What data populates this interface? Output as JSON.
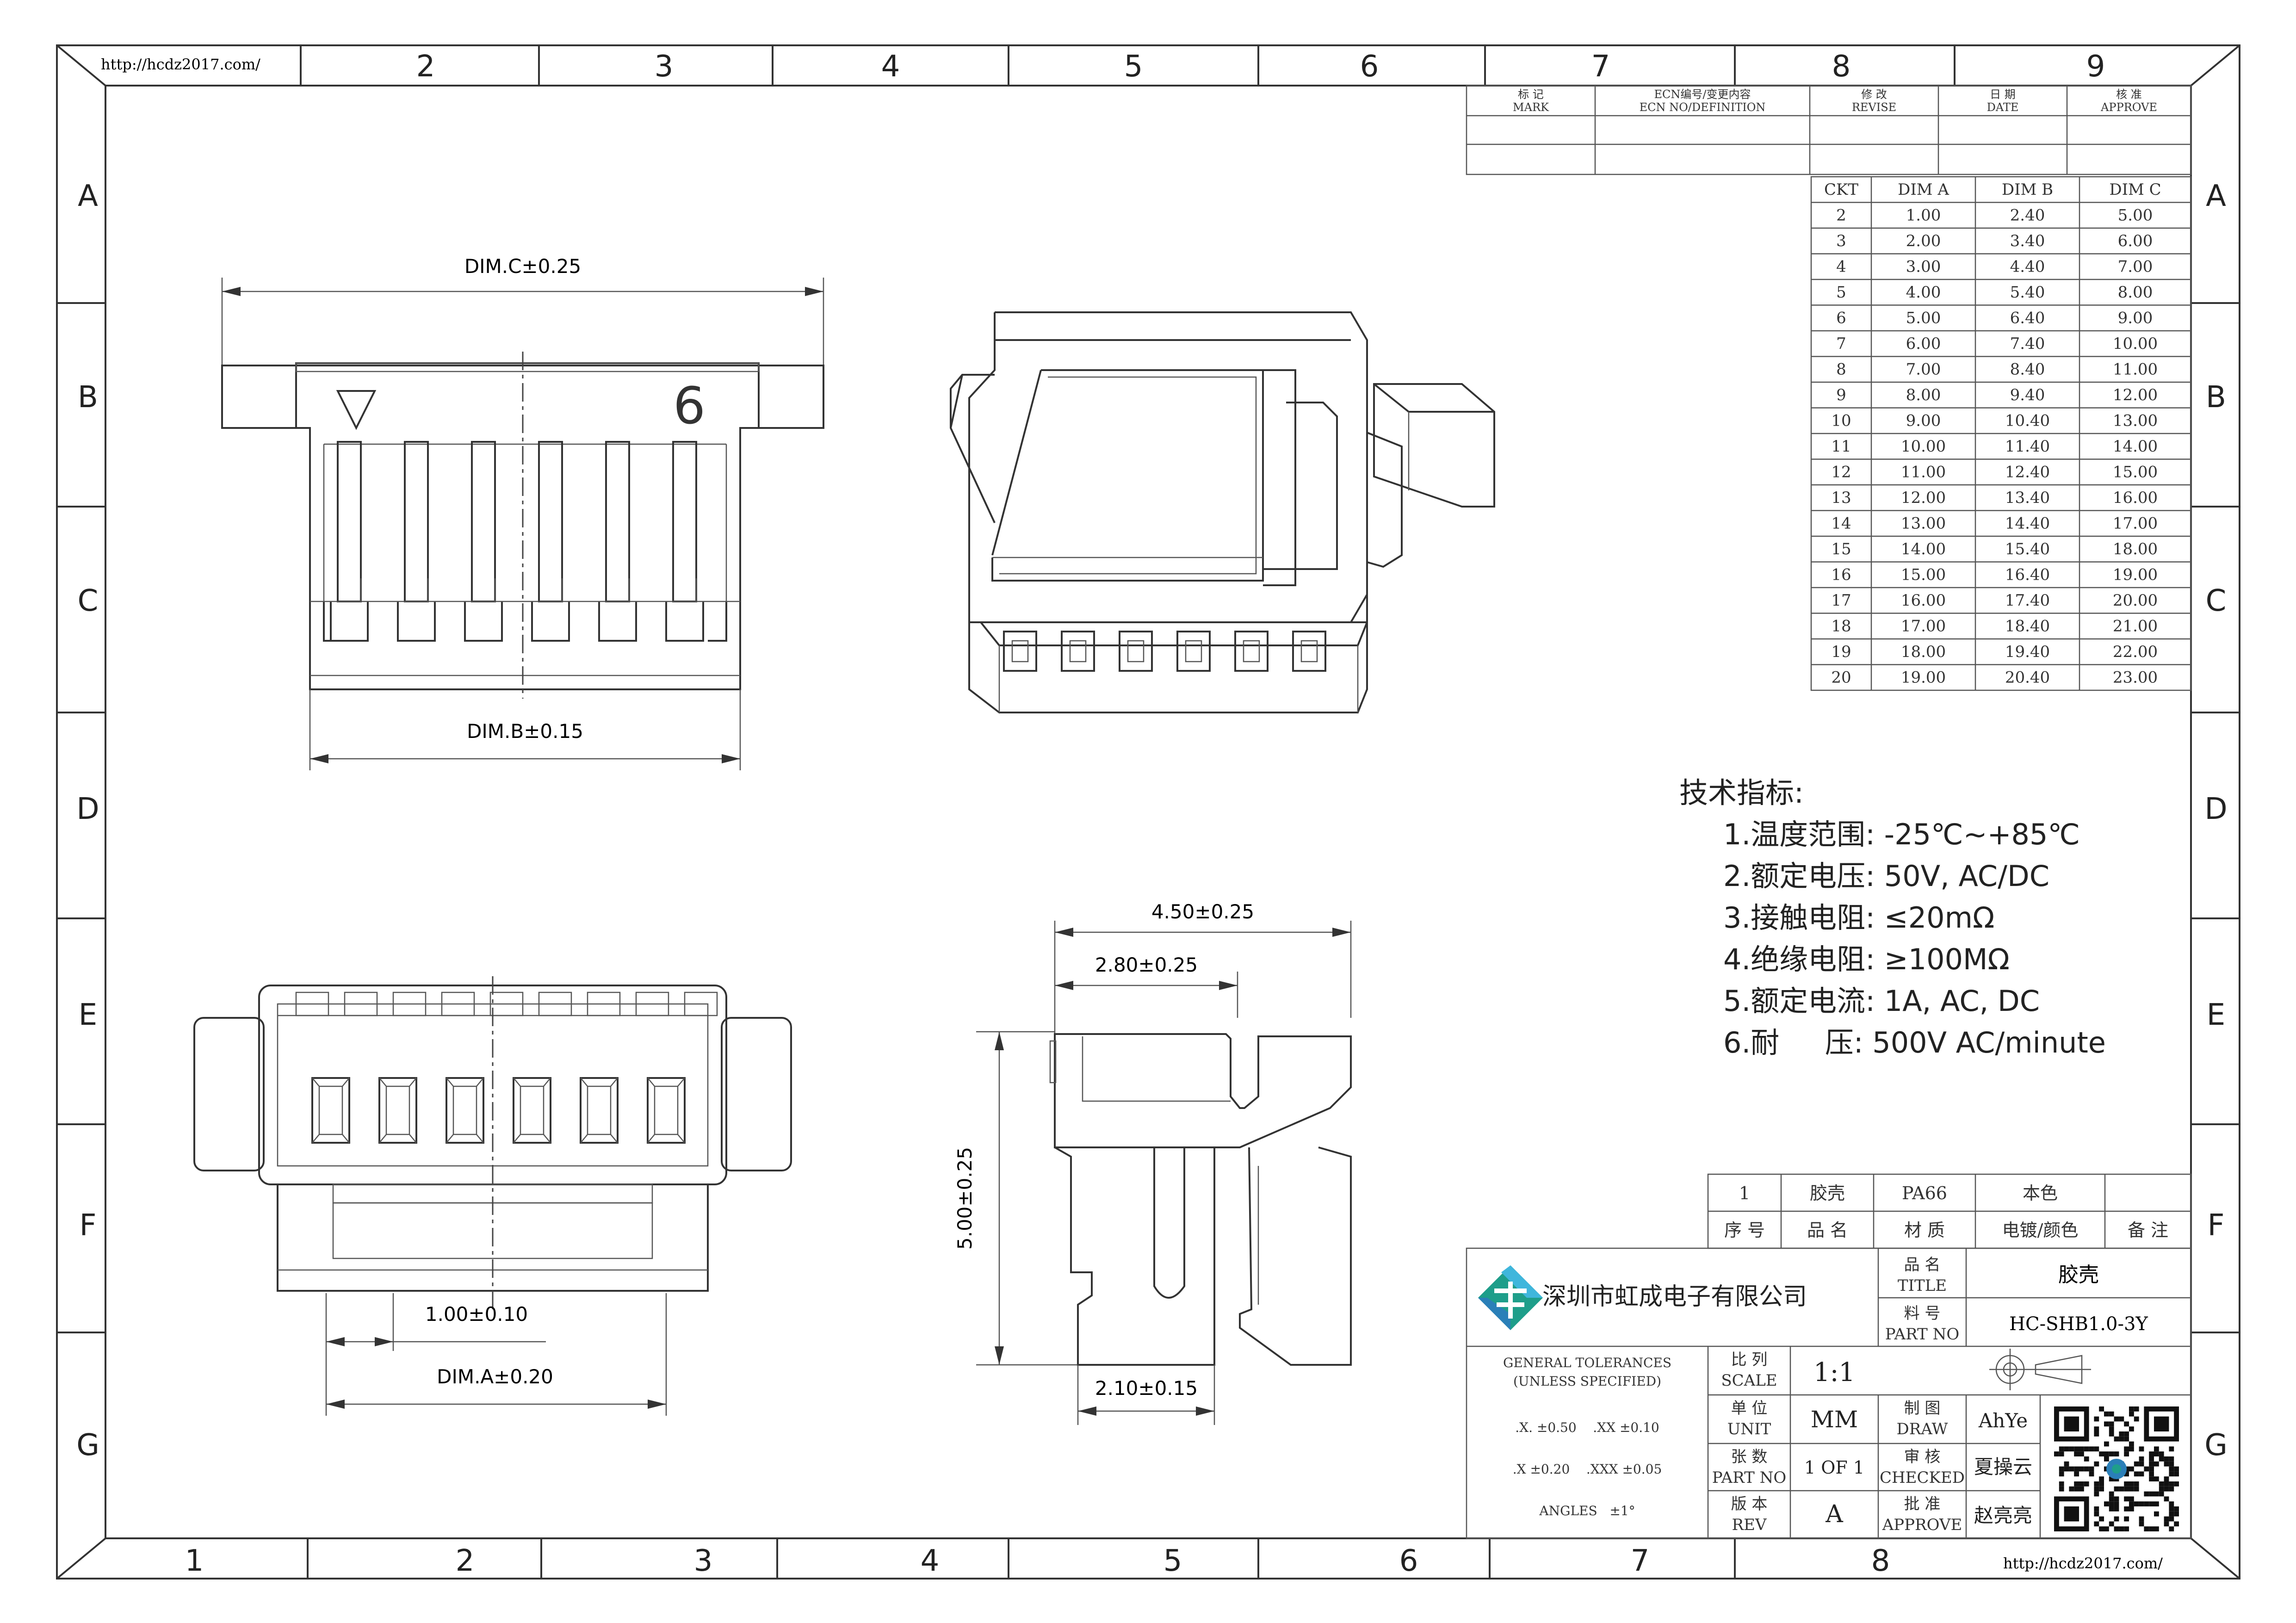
{
  "frame": {
    "url": "http://hcdz2017.com/",
    "top_cols": [
      "2",
      "3",
      "4",
      "5",
      "6",
      "7",
      "8",
      "9"
    ],
    "bottom_cols": [
      "1",
      "2",
      "3",
      "4",
      "5",
      "6",
      "7",
      "8"
    ],
    "rows": [
      "A",
      "B",
      "C",
      "D",
      "E",
      "F",
      "G"
    ]
  },
  "revision_table": {
    "headers": [
      [
        "标 记",
        "MARK"
      ],
      [
        "ECN编号/变更内容",
        "ECN NO/DEFINITION"
      ],
      [
        "修 改",
        "REVISE"
      ],
      [
        "日 期",
        "DATE"
      ],
      [
        "核 准",
        "APPROVE"
      ]
    ]
  },
  "dim_table": {
    "headers": [
      "CKT",
      "DIM A",
      "DIM B",
      "DIM C"
    ],
    "rows": [
      [
        "2",
        "1.00",
        "2.40",
        "5.00"
      ],
      [
        "3",
        "2.00",
        "3.40",
        "6.00"
      ],
      [
        "4",
        "3.00",
        "4.40",
        "7.00"
      ],
      [
        "5",
        "4.00",
        "5.40",
        "8.00"
      ],
      [
        "6",
        "5.00",
        "6.40",
        "9.00"
      ],
      [
        "7",
        "6.00",
        "7.40",
        "10.00"
      ],
      [
        "8",
        "7.00",
        "8.40",
        "11.00"
      ],
      [
        "9",
        "8.00",
        "9.40",
        "12.00"
      ],
      [
        "10",
        "9.00",
        "10.40",
        "13.00"
      ],
      [
        "11",
        "10.00",
        "11.40",
        "14.00"
      ],
      [
        "12",
        "11.00",
        "12.40",
        "15.00"
      ],
      [
        "13",
        "12.00",
        "13.40",
        "16.00"
      ],
      [
        "14",
        "13.00",
        "14.40",
        "17.00"
      ],
      [
        "15",
        "14.00",
        "15.40",
        "18.00"
      ],
      [
        "16",
        "15.00",
        "16.40",
        "19.00"
      ],
      [
        "17",
        "16.00",
        "17.40",
        "20.00"
      ],
      [
        "18",
        "17.00",
        "18.40",
        "21.00"
      ],
      [
        "19",
        "18.00",
        "19.40",
        "22.00"
      ],
      [
        "20",
        "19.00",
        "20.40",
        "23.00"
      ]
    ]
  },
  "specs": {
    "title": "技术指标:",
    "items": [
      "1.温度范围: -25℃~+85℃",
      "2.额定电压: 50V, AC/DC",
      "3.接触电阻: ≤20mΩ",
      "4.绝缘电阻: ≥100MΩ",
      "5.额定电流: 1A, AC, DC",
      "6.耐     压: 500V AC/minute"
    ]
  },
  "dimensions": {
    "dim_c": "DIM.C±0.25",
    "dim_b": "DIM.B±0.15",
    "pin_count_mark": "6",
    "pitch": "1.00±0.10",
    "dim_a": "DIM.A±0.20",
    "width_450": "4.50±0.25",
    "width_280": "2.80±0.25",
    "height_500": "5.00±0.25",
    "width_210": "2.10±0.15"
  },
  "bom": {
    "row": [
      "1",
      "胶壳",
      "PA66",
      "本色",
      ""
    ],
    "headers": [
      "序 号",
      "品 名",
      "材 质",
      "电镀/颜色",
      "备 注"
    ]
  },
  "title_block": {
    "company": "深圳市虹成电子有限公司",
    "title_label": [
      "品 名",
      "TITLE"
    ],
    "title_value": "胶壳",
    "part_label": [
      "料 号",
      "PART NO"
    ],
    "part_value": "HC-SHB1.0-3Y",
    "tolerances": [
      "GENERAL TOLERANCES",
      "(UNLESS SPECIFIED)"
    ],
    "tol_lines": [
      ".X. ±0.50    .XX ±0.10",
      ".X ±0.20    .XXX ±0.05",
      "ANGLES   ±1°"
    ],
    "scale_label": [
      "比 列",
      "SCALE"
    ],
    "scale_value": "1:1",
    "unit_label": [
      "单 位",
      "UNIT"
    ],
    "unit_value": "MM",
    "sheet_label": [
      "张 数",
      "PART NO"
    ],
    "sheet_value": "1 OF 1",
    "rev_label": [
      "版 本",
      "REV"
    ],
    "rev_value": "A",
    "draw_label": [
      "制 图",
      "DRAW"
    ],
    "draw_value": "AhYe",
    "checked_label": [
      "审 核",
      "CHECKED"
    ],
    "checked_value": "夏操云",
    "approve_label": [
      "批 准",
      "APPROVE"
    ],
    "approve_value": "赵亮亮"
  }
}
